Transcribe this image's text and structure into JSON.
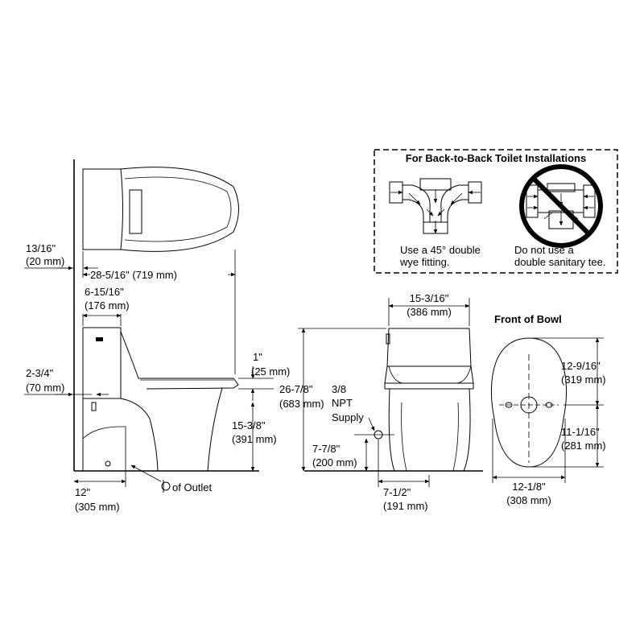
{
  "inset": {
    "title": "For Back-to-Back Toilet Installations",
    "ok_caption_1": "Use a 45° double",
    "ok_caption_2": "wye fitting.",
    "no_caption_1": "Do not use a",
    "no_caption_2": "double sanitary tee."
  },
  "side_view": {
    "seat_gap": "13/16\"",
    "seat_gap_mm": "(20 mm)",
    "overall_length": "28-5/16\" (719 mm)",
    "tank_depth": "6-15/16\"",
    "tank_depth_mm": "(176 mm)",
    "supply_height": "2-3/4\"",
    "supply_height_mm": "(70 mm)",
    "seat_thickness": "1\"",
    "seat_thickness_mm": "(25 mm)",
    "rim_height": "15-3/8\"",
    "rim_height_mm": "(391 mm)",
    "rough_in": "12\"",
    "rough_in_mm": "(305 mm)",
    "outlet_label": "of Outlet"
  },
  "front_view": {
    "width": "15-3/16\"",
    "width_mm": "(386 mm)",
    "overall_height": "26-7/8\"",
    "overall_height_mm": "(683 mm)",
    "supply_1": "3/8",
    "supply_2": "NPT",
    "supply_3": "Supply",
    "supply_height": "7-7/8\"",
    "supply_height_mm": "(200 mm)",
    "supply_offset": "7-1/2\"",
    "supply_offset_mm": "(191 mm)"
  },
  "bowl_view": {
    "title": "Front of Bowl",
    "front_length": "12-9/16\"",
    "front_length_mm": "(319 mm)",
    "rear_length": "11-1/16\"",
    "rear_length_mm": "(281 mm)",
    "width": "12-1/8\"",
    "width_mm": "(308 mm)"
  }
}
